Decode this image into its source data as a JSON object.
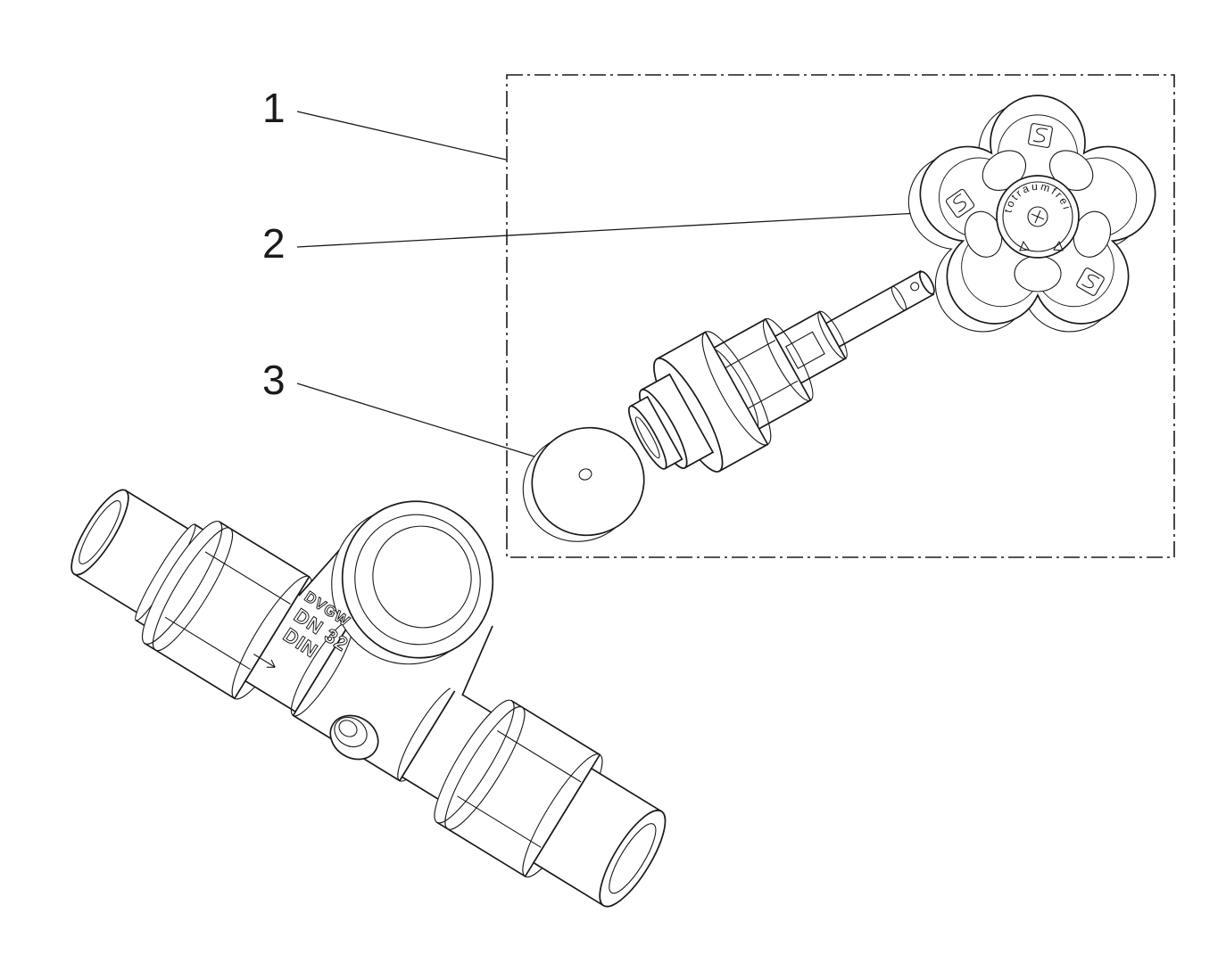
{
  "diagram": {
    "type": "exploded-parts-diagram",
    "callouts": [
      {
        "label": "1"
      },
      {
        "label": "2"
      },
      {
        "label": "3"
      }
    ],
    "valve_body_markings": {
      "approval": "DVGW",
      "nominal_size": "DN 32",
      "standard": "DIN"
    },
    "handwheel": {
      "hub_ring_text": "totraumfrei"
    },
    "colors": {
      "line": "#1a1a1a",
      "background": "#ffffff"
    }
  }
}
